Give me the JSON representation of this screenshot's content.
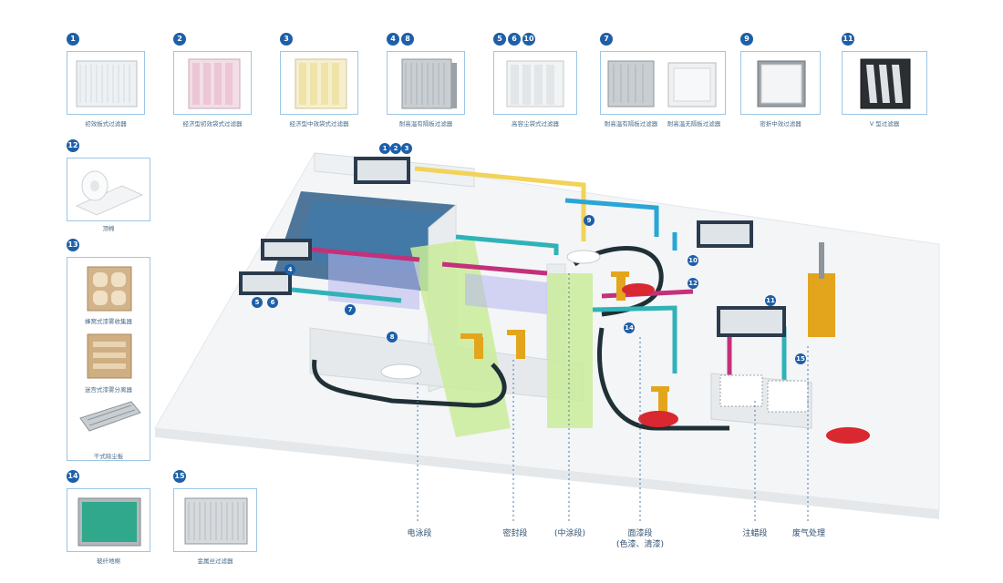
{
  "filters": [
    {
      "badges": [
        "1"
      ],
      "caption": "初效板式过滤器"
    },
    {
      "badges": [
        "2"
      ],
      "caption": "经济型初效袋式过滤器"
    },
    {
      "badges": [
        "3"
      ],
      "caption": "经济型中效袋式过滤器"
    },
    {
      "badges": [
        "4",
        "8"
      ],
      "caption": "耐高温有隔板过滤器"
    },
    {
      "badges": [
        "5",
        "6",
        "10"
      ],
      "caption": "高容尘袋式过滤器"
    },
    {
      "badges": [
        "7"
      ],
      "captions": [
        "耐高温有隔板过滤器",
        "耐高温无隔板过滤器"
      ]
    },
    {
      "badges": [
        "9"
      ],
      "caption": "密折中效过滤器"
    },
    {
      "badges": [
        "11"
      ],
      "caption": "V 型过滤器"
    },
    {
      "badges": [
        "12"
      ],
      "caption": "顶棉"
    },
    {
      "badges": [
        "13"
      ],
      "captions": [
        "蜂窝式漆雾收集器",
        "迷宫式漆雾分离器",
        "干式除尘板"
      ]
    },
    {
      "badges": [
        "14"
      ],
      "caption": "玻纤地棉"
    },
    {
      "badges": [
        "15"
      ],
      "caption": "金属丝过滤器"
    }
  ],
  "stages": [
    {
      "label": "电泳段"
    },
    {
      "label": "密封段"
    },
    {
      "label": "(中涂段)"
    },
    {
      "label": "面漆段",
      "sub": "(色漆、清漆)"
    },
    {
      "label": "注蜡段"
    },
    {
      "label": "废气处理"
    }
  ],
  "scene_markers": [
    "1",
    "2",
    "3",
    "4",
    "5",
    "6",
    "7",
    "8",
    "9",
    "10",
    "11",
    "12",
    "14",
    "15"
  ],
  "colors": {
    "badge": "#1d5fa8",
    "frame": "#9cc6e6",
    "duct_yellow": "#f2d35a",
    "duct_teal": "#2fb3b8",
    "duct_magenta": "#c4307a",
    "duct_cyan": "#29a6d6",
    "conveyor": "#1f3036",
    "green_zone": "#c9ec9a",
    "car_red": "#d9282f",
    "robot_yellow": "#e3a51c"
  }
}
